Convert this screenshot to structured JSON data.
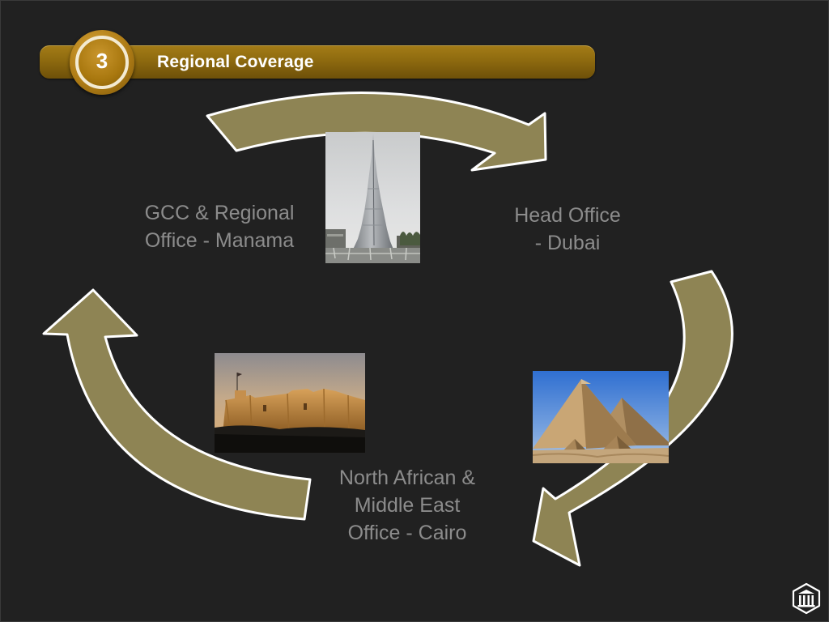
{
  "slide": {
    "section_number": "3",
    "title": "Regional Coverage"
  },
  "offices": [
    {
      "id": "gcc",
      "label": "GCC & Regional Office - Manama",
      "photo": "bahrain-fort-photo"
    },
    {
      "id": "dubai",
      "label": "Head Office - Dubai",
      "photo": "burj-khalifa-photo"
    },
    {
      "id": "cairo",
      "label": "North African & Middle East Office - Cairo",
      "photo": "giza-pyramids-photo"
    }
  ],
  "labels": {
    "gcc_line1": "GCC & Regional",
    "gcc_line2": "Office - Manama",
    "dubai_line1": "Head Office",
    "dubai_line2": "- Dubai",
    "cairo_line1": "North African &",
    "cairo_line2": "Middle East",
    "cairo_line3": "Office - Cairo"
  },
  "colors": {
    "background": "#212121",
    "title_bar": "#8e6a0f",
    "arrow_fill": "#8e8454",
    "arrow_stroke": "#ffffff",
    "label_text": "#8c8c8c",
    "title_text": "#ffffff"
  },
  "icons": {
    "logo": "pillar-building-icon"
  }
}
